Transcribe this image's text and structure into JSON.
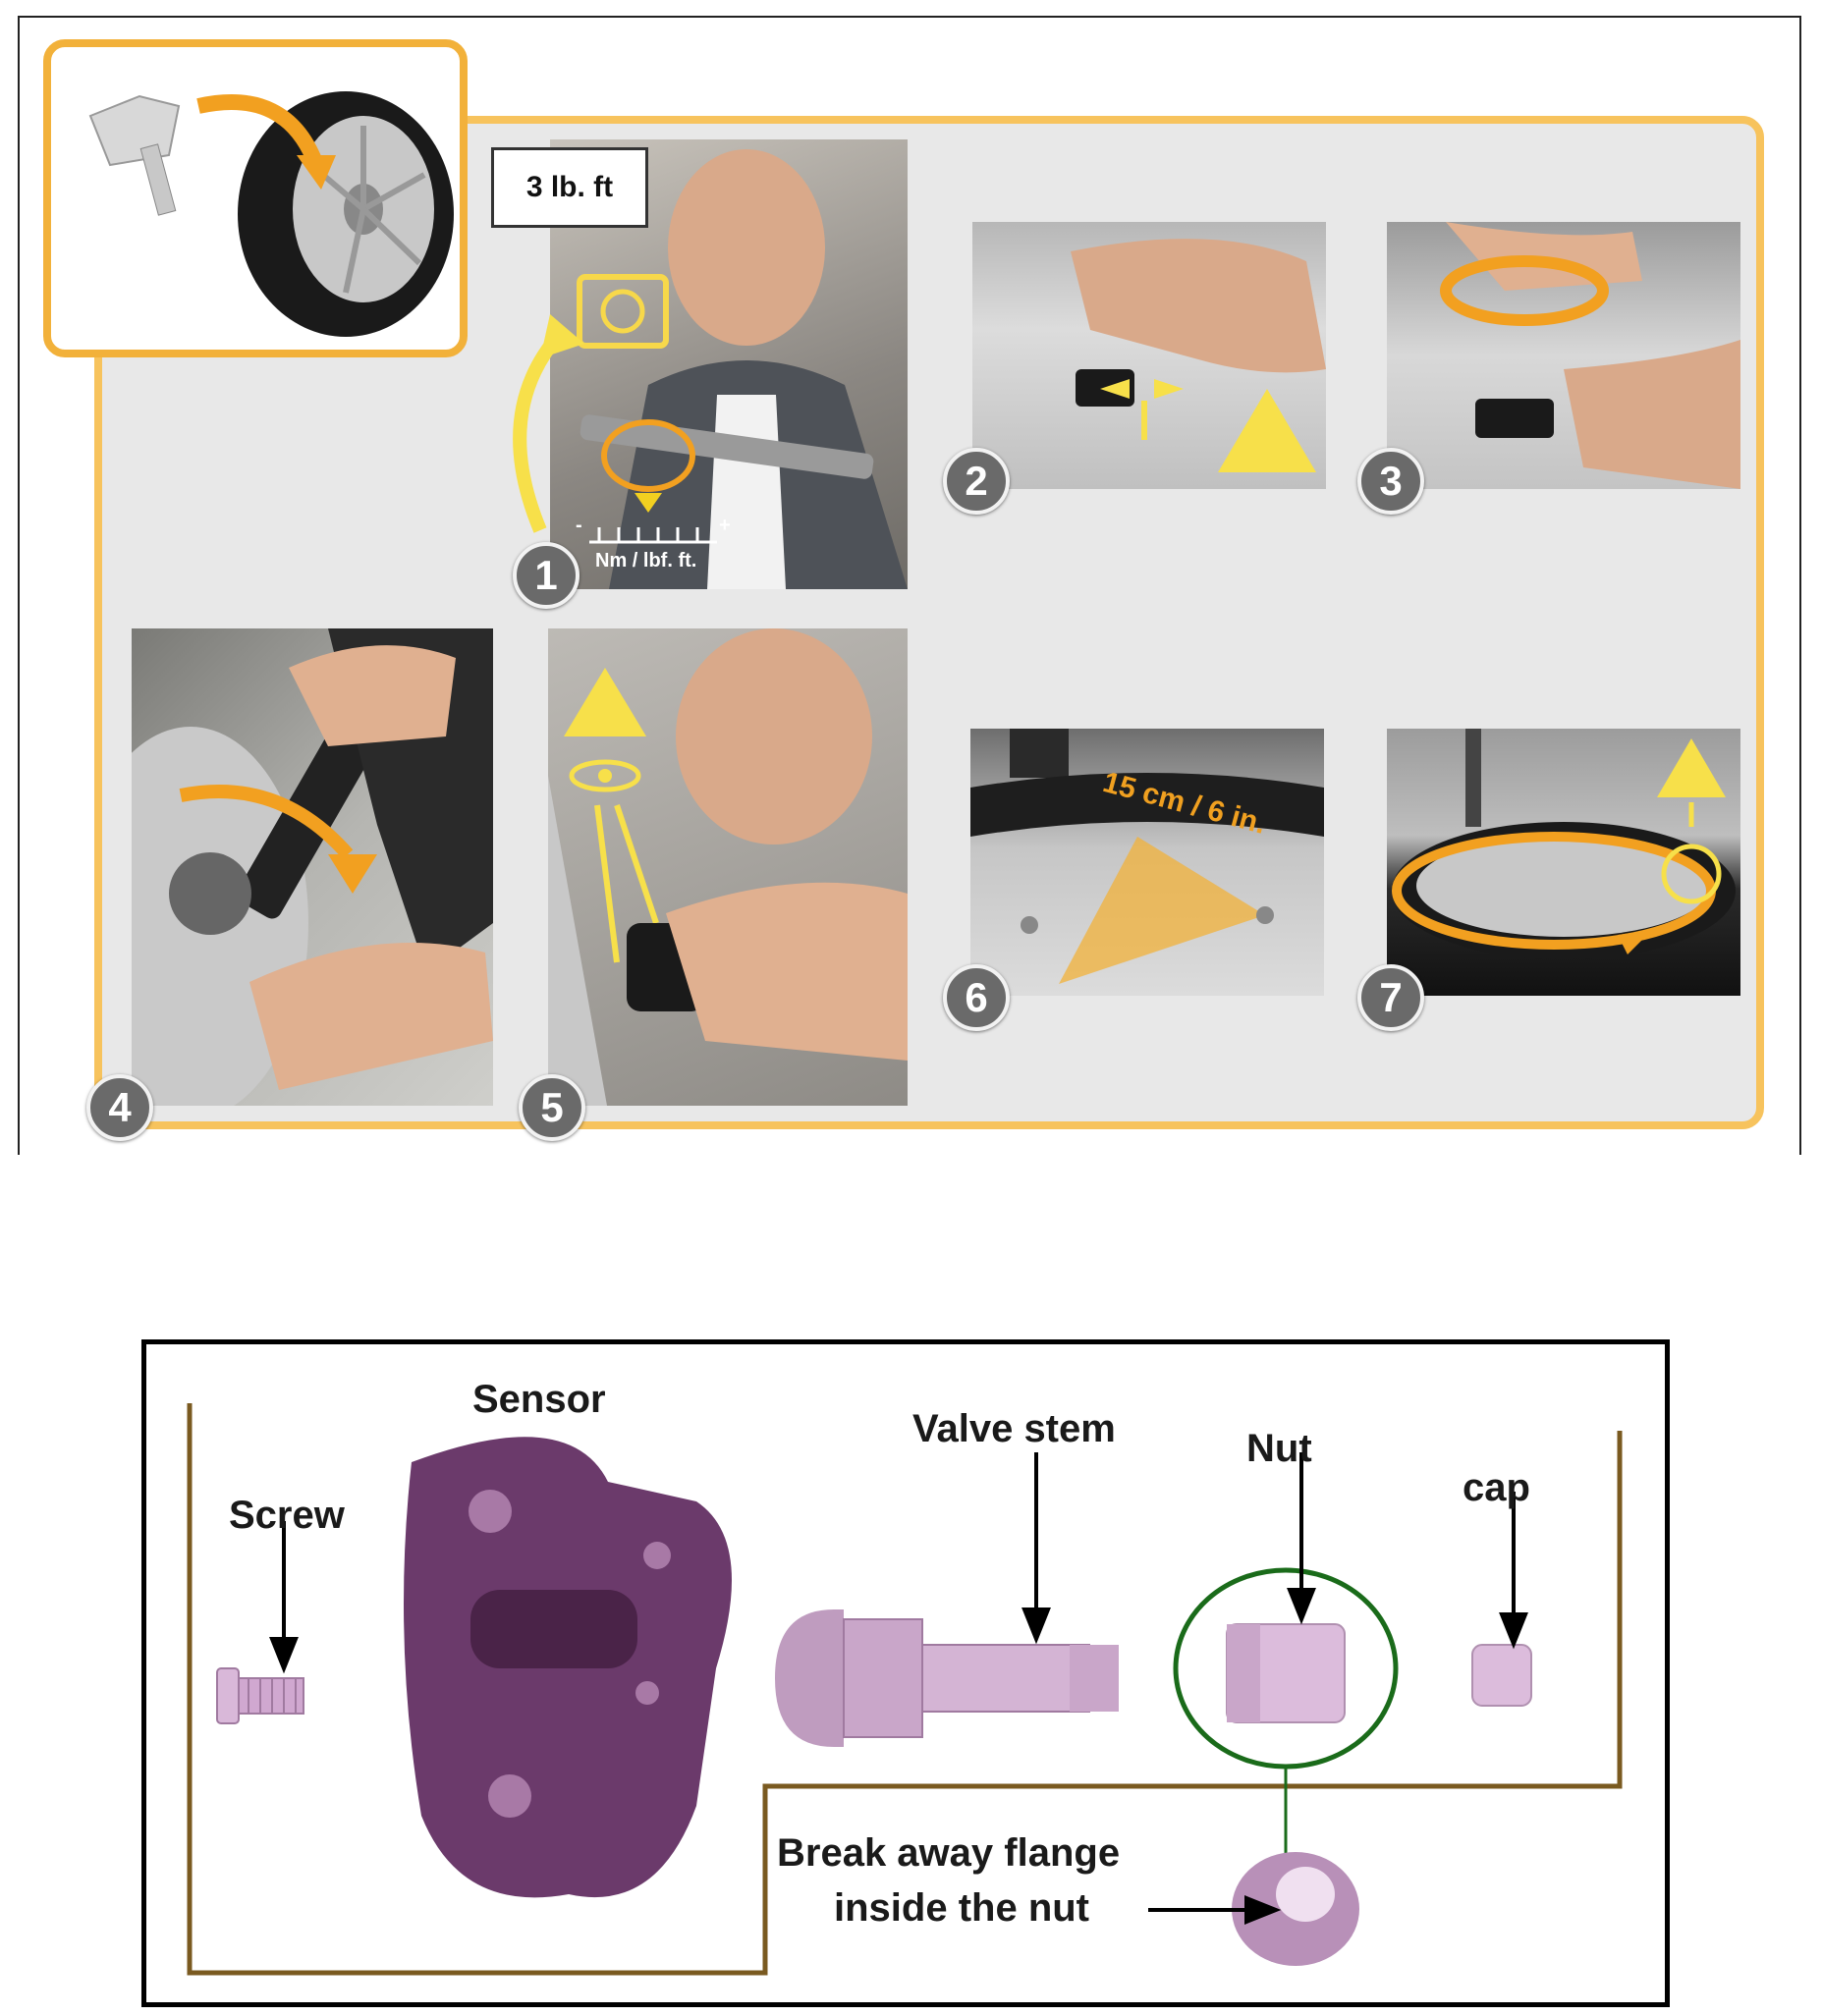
{
  "torque_note": "3 lb. ft",
  "scale": {
    "minus": "-",
    "plus": "+",
    "units": "Nm / lbf. ft."
  },
  "distance_label": "15 cm / 6 in.",
  "steps": [
    "1",
    "2",
    "3",
    "4",
    "5",
    "6",
    "7"
  ],
  "parts": {
    "sensor": "Sensor",
    "screw": "Screw",
    "valve_stem": "Valve stem",
    "nut": "Nut",
    "cap": "cap",
    "flange_line1": "Break away flange",
    "flange_line2": "inside the nut"
  },
  "colors": {
    "accent": "#f2b13a",
    "panel": "#e8e8e8",
    "badge": "#6a6a6a",
    "sensor": "#6b3a6b",
    "nut_circle": "#1a6b1a",
    "border_line": "#7a5a20"
  }
}
